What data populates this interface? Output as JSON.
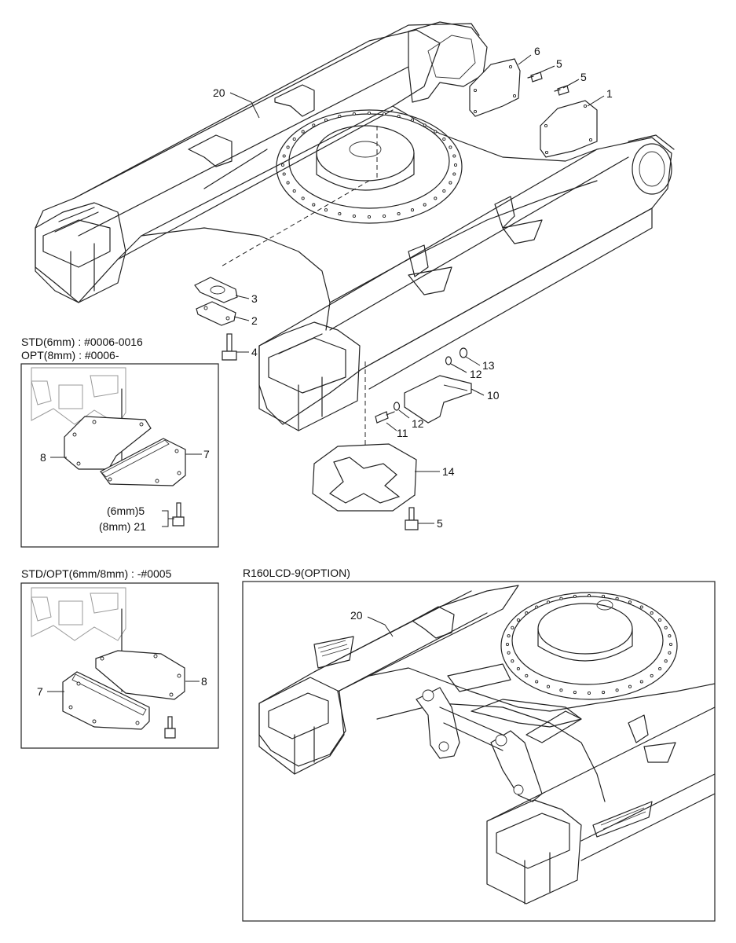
{
  "notes": {
    "std_6mm": "STD(6mm) : #0006-0016",
    "opt_8mm": "OPT(8mm) : #0006-",
    "std_opt_early": "STD/OPT(6mm/8mm) : -#0005",
    "option_model": "R160LCD-9(OPTION)"
  },
  "callouts": {
    "main": [
      "20",
      "6",
      "5",
      "5",
      "1",
      "3",
      "2",
      "4",
      "12",
      "13",
      "10",
      "12",
      "11",
      "14",
      "5"
    ],
    "inset_std": [
      "8",
      "7",
      "(6mm)5",
      "(8mm) 21"
    ],
    "inset_early": [
      "7",
      "8"
    ],
    "inset_option": [
      "20"
    ]
  }
}
